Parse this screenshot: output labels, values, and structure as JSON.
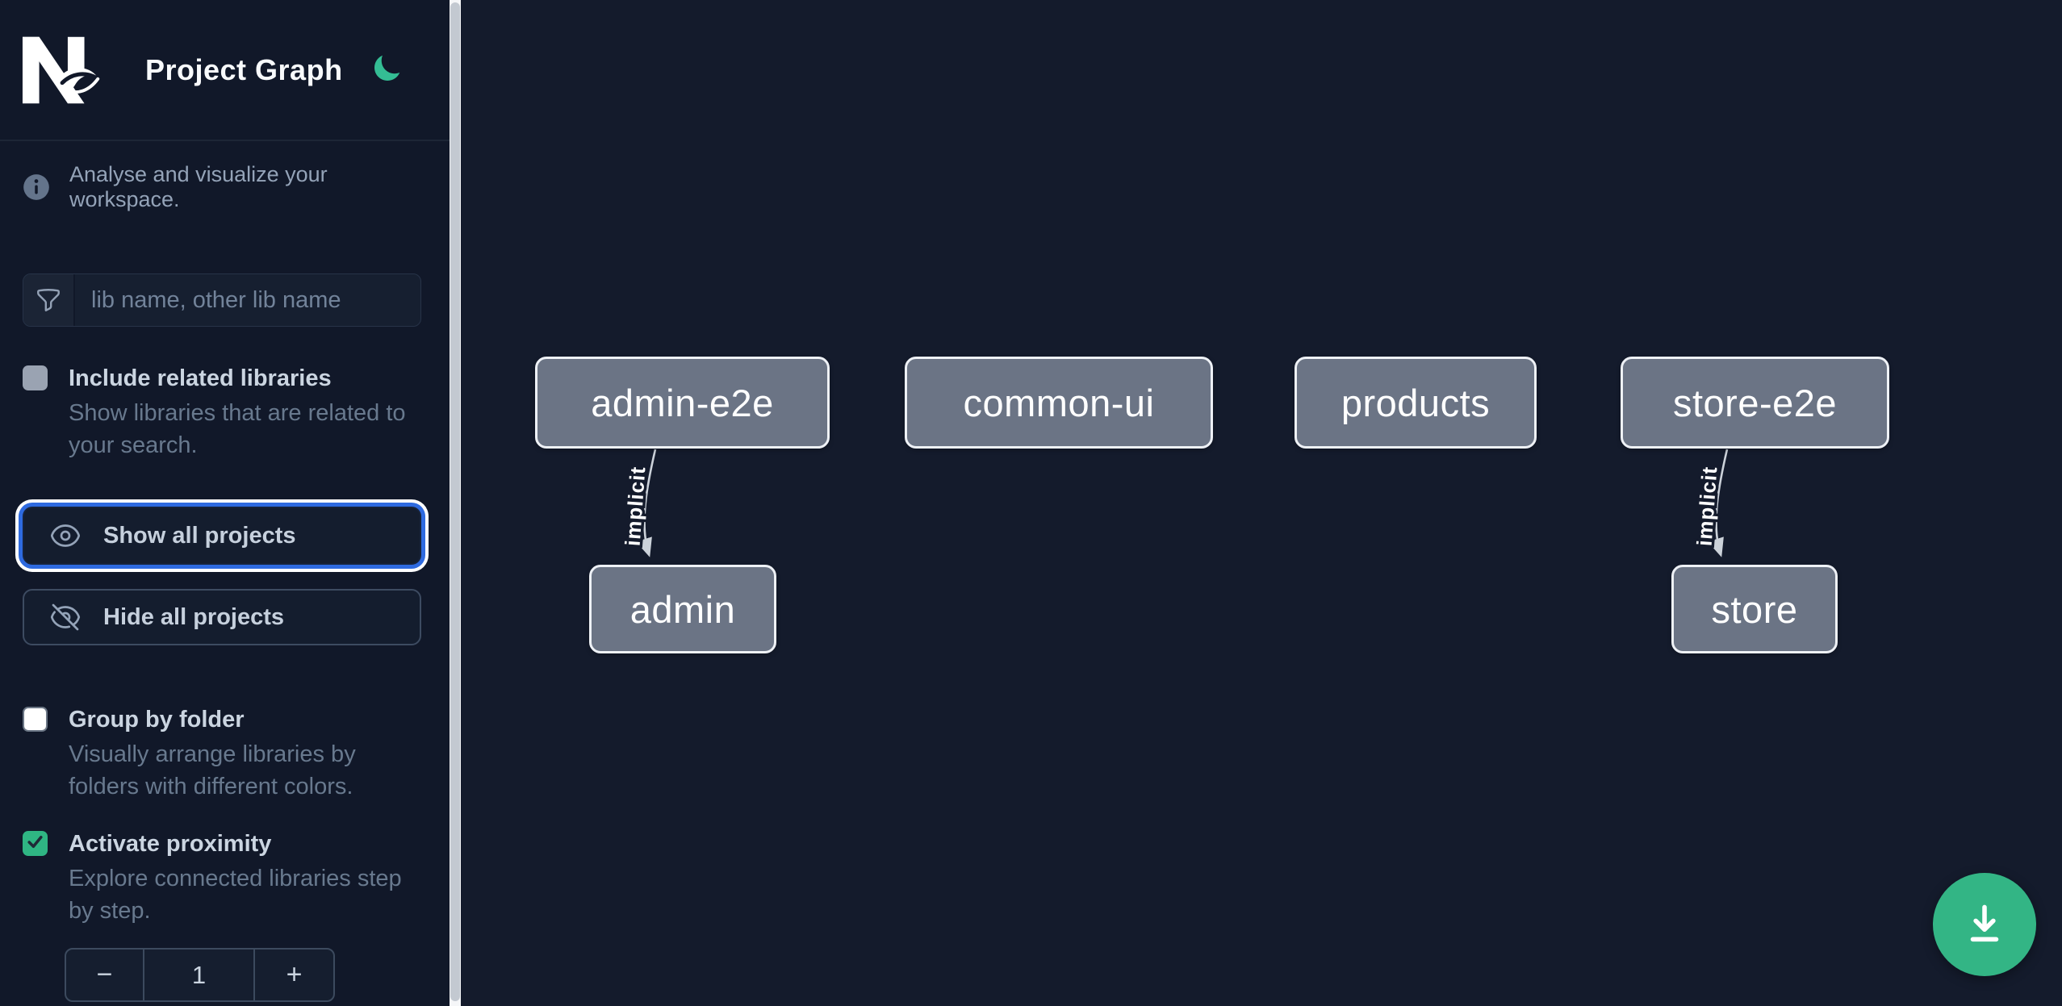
{
  "header": {
    "title": "Project Graph",
    "logo": "Nx",
    "theme_toggle_icon": "moon-icon"
  },
  "intro": {
    "text": "Analyse and visualize your workspace."
  },
  "filter": {
    "icon": "funnel-icon",
    "placeholder": "lib name, other lib name",
    "value": ""
  },
  "options": {
    "include_related": {
      "label": "Include related libraries",
      "description": "Show libraries that are related to your search.",
      "checked": false
    },
    "group_by_folder": {
      "label": "Group by folder",
      "description": "Visually arrange libraries by folders with different colors.",
      "checked": false
    },
    "activate_proximity": {
      "label": "Activate proximity",
      "description": "Explore connected libraries step by step.",
      "checked": true
    }
  },
  "actions": {
    "show_all": "Show all projects",
    "hide_all": "Hide all projects"
  },
  "proximity_stepper": {
    "decrement": "−",
    "value": "1",
    "increment": "+"
  },
  "graph": {
    "nodes": [
      {
        "id": "admin-e2e",
        "label": "admin-e2e"
      },
      {
        "id": "common-ui",
        "label": "common-ui"
      },
      {
        "id": "products",
        "label": "products"
      },
      {
        "id": "store-e2e",
        "label": "store-e2e"
      },
      {
        "id": "admin",
        "label": "admin"
      },
      {
        "id": "store",
        "label": "store"
      }
    ],
    "edges": [
      {
        "source": "admin-e2e",
        "target": "admin",
        "label": "implicit"
      },
      {
        "source": "store-e2e",
        "target": "store",
        "label": "implicit"
      }
    ]
  },
  "fab": {
    "icon": "download-icon"
  },
  "colors": {
    "sidebar_bg": "#111829",
    "canvas_bg": "#141b2c",
    "accent_green": "#34BD94",
    "fab_green": "#33B585",
    "checkbox_green": "#2FB583",
    "focus_blue": "#2E6AE0",
    "node_fill": "#6B7485",
    "edge_gray": "#CCD2DA"
  }
}
